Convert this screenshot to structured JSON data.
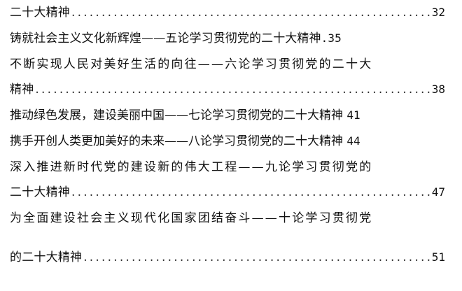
{
  "toc": {
    "entry_1_tail": "二十大精神",
    "entry_1_page": "32",
    "entry_2_title": "铸就社会主义文化新辉煌——五论学习贯彻党的二十大精神",
    "entry_2_page": ".35",
    "entry_3_line1": "不断实现人民对美好生活的向往——六论学习贯彻党的二十大",
    "entry_3_tail": "精神",
    "entry_3_page": "38",
    "entry_4_title": "推动绿色发展，建设美丽中国——七论学习贯彻党的二十大精神",
    "entry_4_page": "41",
    "entry_5_title": "携手开创人类更加美好的未来——八论学习贯彻党的二十大精神",
    "entry_5_page": "44",
    "entry_6_line1": "深入推进新时代党的建设新的伟大工程——九论学习贯彻党的",
    "entry_6_tail": "二十大精神",
    "entry_6_page": "47",
    "entry_7_line1": "为全面建设社会主义现代化国家团结奋斗——十论学习贯彻党",
    "entry_7_tail": "的二十大精神",
    "entry_7_page": "51"
  }
}
